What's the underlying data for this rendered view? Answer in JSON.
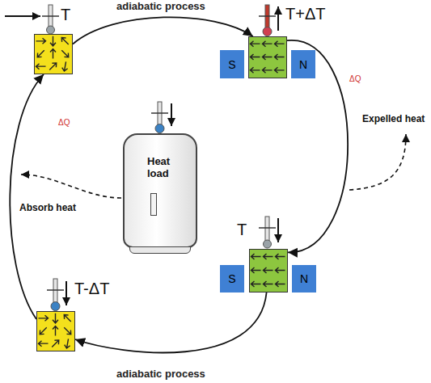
{
  "diagram": {
    "nodes": [
      {
        "text": [
          "T"
        ]
      },
      {
        "text": [
          "T+ΔT"
        ]
      },
      {
        "text": [
          "S"
        ]
      },
      {
        "text": [
          "N"
        ]
      },
      {
        "text": [
          "T"
        ]
      },
      {
        "text": [
          "S"
        ]
      },
      {
        "text": [
          "N"
        ]
      },
      {
        "text": [
          "T-ΔT"
        ]
      },
      {
        "text": [
          "Heat load"
        ]
      }
    ],
    "edges": [
      {
        "from": 0,
        "to": 1,
        "arrow": "to",
        "label": "adiabatic process"
      },
      {
        "from": 1,
        "to": 4,
        "arrow": "to"
      },
      {
        "from": 4,
        "to": 7,
        "arrow": "to",
        "label": "adiabatic process"
      },
      {
        "from": 7,
        "to": 0,
        "arrow": "to"
      }
    ],
    "labels": [
      "ΔQ",
      "Absorb heat",
      "ΔQ",
      "Expelled heat"
    ]
  }
}
